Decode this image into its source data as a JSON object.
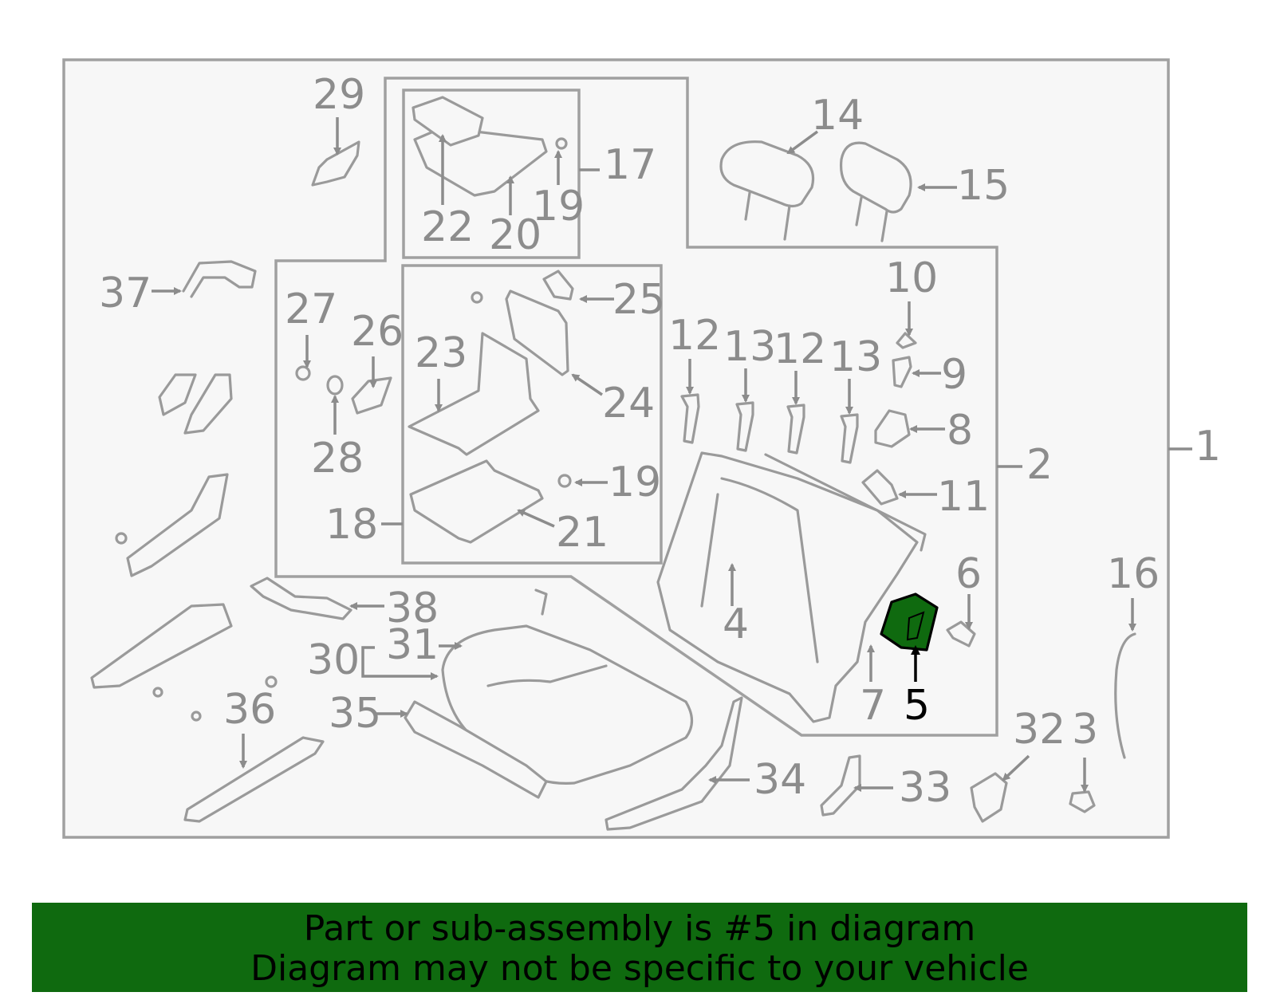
{
  "callouts": {
    "c1": "1",
    "c2": "2",
    "c3": "3",
    "c4": "4",
    "c5": "5",
    "c6": "6",
    "c7": "7",
    "c8": "8",
    "c9": "9",
    "c10": "10",
    "c11": "11",
    "c12a": "12",
    "c12b": "12",
    "c13a": "13",
    "c13b": "13",
    "c14": "14",
    "c15": "15",
    "c16": "16",
    "c17": "17",
    "c18": "18",
    "c19a": "19",
    "c19b": "19",
    "c20": "20",
    "c21": "21",
    "c22": "22",
    "c23": "23",
    "c24": "24",
    "c25": "25",
    "c26": "26",
    "c27": "27",
    "c28": "28",
    "c29": "29",
    "c30": "30",
    "c31": "31",
    "c32": "32",
    "c33": "33",
    "c34": "34",
    "c35": "35",
    "c36": "36",
    "c37": "37",
    "c38": "38"
  },
  "highlight": {
    "part": "5",
    "color": "#0f6a0f"
  },
  "banner": {
    "line1": "Part or sub-assembly is #5 in diagram",
    "line2": "Diagram may not be specific to your vehicle",
    "background": "#0f6a0f"
  }
}
